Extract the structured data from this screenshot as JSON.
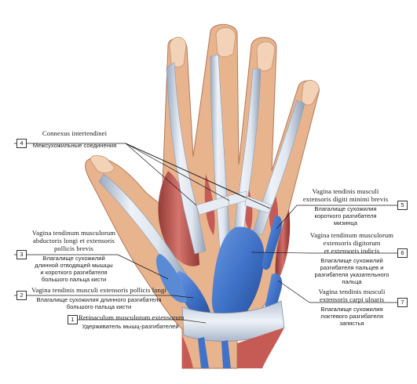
{
  "labels": [
    {
      "number": "4",
      "latin": [
        "Connexus intertendinei"
      ],
      "russian": [
        "Межсухожильные соединения"
      ]
    },
    {
      "number": "3",
      "latin": [
        "Vagina tendinum musculorum",
        "abductoris longi et extensoris",
        "pollicis brevis"
      ],
      "russian": [
        "Влагалище сухожилий",
        "длинной отводящей мышцы",
        "и короткого разгибателя",
        "большого пальца кисти"
      ]
    },
    {
      "number": "2",
      "latin": [
        "Vagina tendinis musculi extensoris pollicis longi"
      ],
      "russian": [
        "Влагалище сухожилия длинного разгибателя",
        "большого пальца кисти"
      ]
    },
    {
      "number": "1",
      "latin": [
        "Retinaculum musculorum extensorum"
      ],
      "russian": [
        "Удерживатель мышц-разгибателей"
      ]
    },
    {
      "number": "5",
      "latin": [
        "Vagina tendinis musculi",
        "extensoris digiti minimi brevis"
      ],
      "russian": [
        "Влагалище сухожилия",
        "короткого разгибателя",
        "мизинца"
      ]
    },
    {
      "number": "6",
      "latin": [
        "Vagina tendinum musculorum",
        "extensoris digitorum",
        "et extensoris indicis"
      ],
      "russian": [
        "Влагалище сухожилий",
        "разгибателя пальцев и",
        "разгибателя указательного",
        "пальца"
      ]
    },
    {
      "number": "7",
      "latin": [
        "Vagina tendinis musculi",
        "extensoris carpi ulnaris"
      ],
      "russian": [
        "Влагалище сухожилия",
        "локтевого разгибателя",
        "запястья"
      ]
    }
  ],
  "colors": {
    "skin": "#e8b48e",
    "nail": "#f3d3b8",
    "tendon": "#d9e2ee",
    "tendon_shade": "#9aaac0",
    "muscle": "#c65a55",
    "sheath": "#3f72c8",
    "sheath_dark": "#2a4f9c"
  }
}
